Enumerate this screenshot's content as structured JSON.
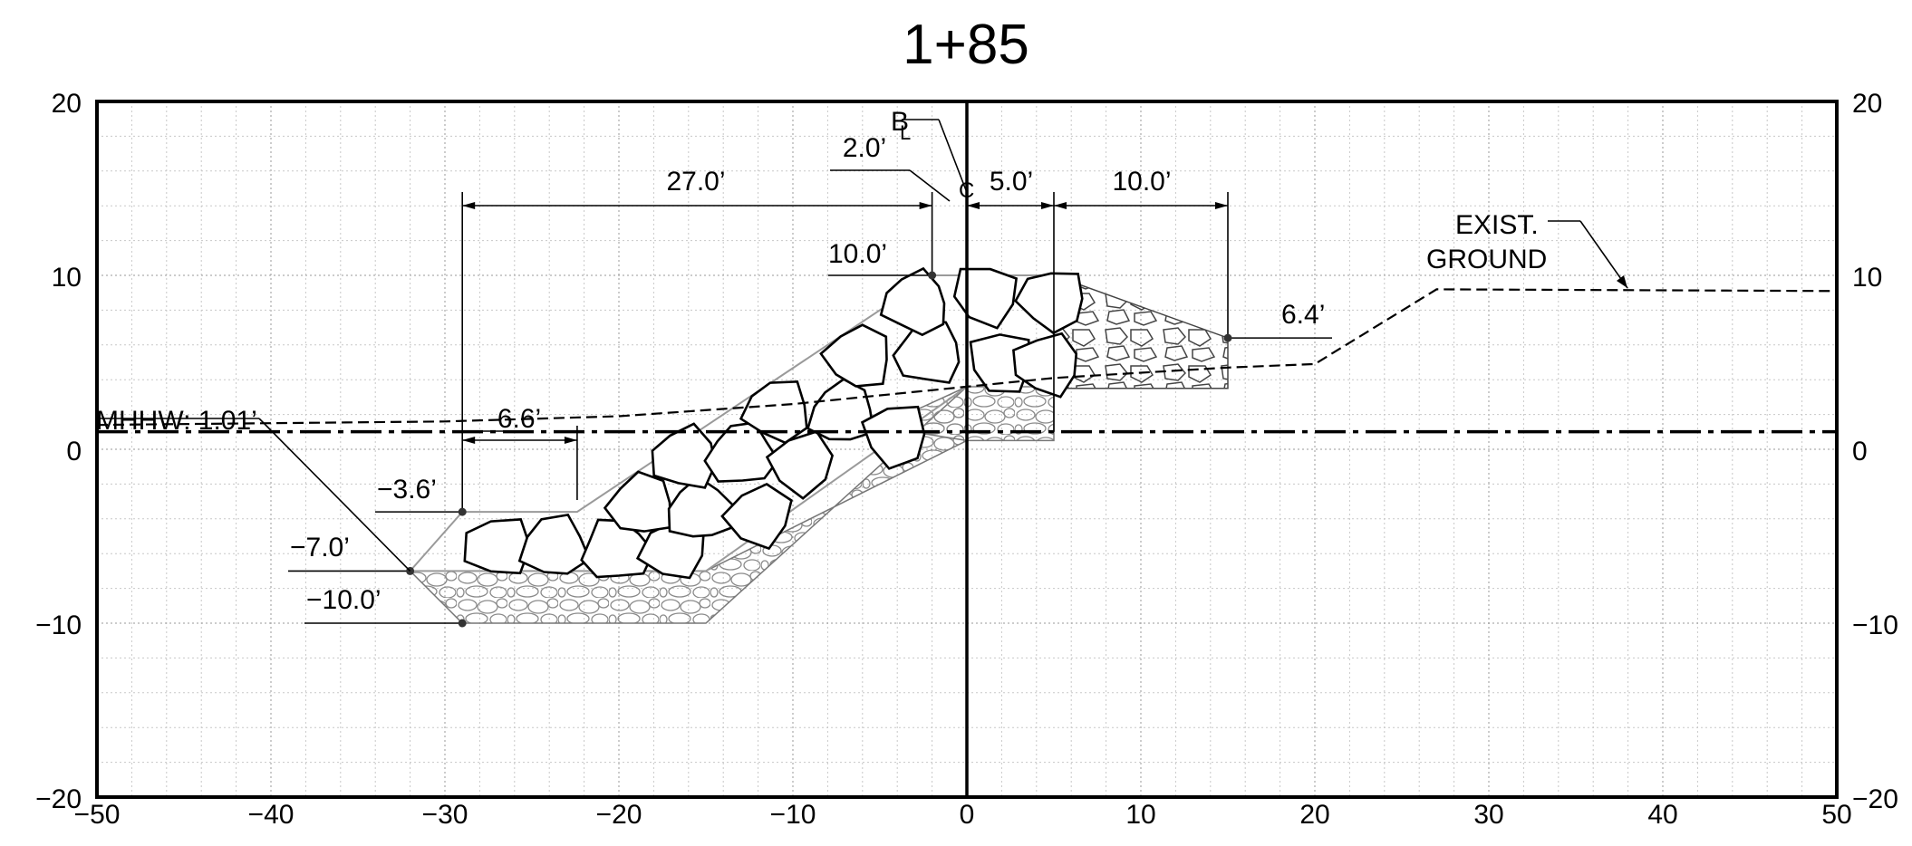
{
  "section": {
    "title": "1+85"
  },
  "axes": {
    "x_ticks": [
      "−50",
      "−40",
      "−30",
      "−20",
      "−10",
      "0",
      "10",
      "20",
      "30",
      "40",
      "50"
    ],
    "y_ticks_left": [
      "20",
      "10",
      "0",
      "−10",
      "−20"
    ],
    "y_ticks_right": [
      "20",
      "10",
      "0",
      "−10",
      "−20"
    ],
    "x_range": [
      -50,
      50
    ],
    "y_range": [
      -20,
      20
    ],
    "minor_grid": 2
  },
  "dimensions": {
    "d_27": "27.0’",
    "d_2": "2.0’",
    "d_5": "5.0’",
    "d_10_top": "10.0’",
    "d_6_6": "6.6’"
  },
  "elevations": {
    "e_10": "10.0’",
    "e_6_4": "6.4’",
    "e_m3_6": "−3.6’",
    "e_m7": "−7.0’",
    "e_m10": "−10.0’"
  },
  "labels": {
    "mhhw": "MHHW: 1.01’",
    "exist_line1": "EXIST.",
    "exist_line2": "GROUND",
    "baseline_b": "B",
    "baseline_l": "L",
    "centerline_c": "C"
  },
  "chart_data": {
    "type": "cross-section",
    "title": "1+85",
    "xlim": [
      -50,
      50
    ],
    "ylim": [
      -20,
      20
    ],
    "mhhw_elevation": 1.01,
    "existing_ground": [
      [
        -50,
        1.4
      ],
      [
        -30,
        1.6
      ],
      [
        -20,
        1.9
      ],
      [
        -10,
        2.6
      ],
      [
        -5,
        3.1
      ],
      [
        0,
        3.6
      ],
      [
        5,
        4.1
      ],
      [
        10,
        4.4
      ],
      [
        15,
        4.7
      ],
      [
        20,
        4.9
      ],
      [
        27,
        9.2
      ],
      [
        50,
        9.1
      ]
    ],
    "armor_stone_outline": [
      [
        -29,
        -3.6
      ],
      [
        -22.4,
        -3.6
      ],
      [
        -2,
        10.0
      ],
      [
        5,
        10.0
      ],
      [
        5,
        3.6
      ],
      [
        0,
        3.6
      ],
      [
        -15,
        -7.0
      ],
      [
        -32,
        -7.0
      ]
    ],
    "toe_bedding": [
      [
        -32,
        -7.0
      ],
      [
        -29,
        -10.0
      ],
      [
        -15,
        -10.0
      ],
      [
        0,
        3.6
      ],
      [
        0,
        0.5
      ],
      [
        -15,
        -7.0
      ]
    ],
    "crest_fill": [
      [
        5,
        10.0
      ],
      [
        15,
        6.4
      ],
      [
        15,
        3.5
      ],
      [
        5,
        3.5
      ]
    ],
    "dimension_values_ft": {
      "top_width_left": 27.0,
      "offset": 2.0,
      "right_width": 5.0,
      "crest_width": 10.0,
      "toe_width": 6.6
    },
    "elevation_values_ft": [
      10.0,
      6.4,
      -3.6,
      -7.0,
      -10.0
    ]
  }
}
